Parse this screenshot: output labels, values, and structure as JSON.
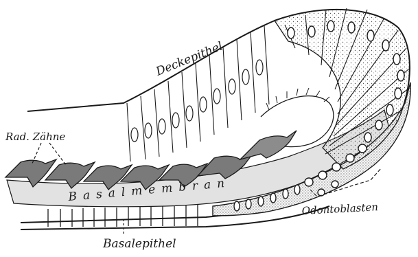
{
  "labels": {
    "deckepithel": "Deckepithel",
    "rad_zaehne": "Rad. Zähne",
    "basalmembran": "Basalmembran",
    "odontoblasten": "Odontoblasten",
    "basalepithel": "Basalepithel"
  },
  "colors": {
    "ink": "#1a1a1a",
    "tooth": "#7a7a7a",
    "membrane": "#d9d9d9",
    "tissue": "#e8e8e8"
  }
}
